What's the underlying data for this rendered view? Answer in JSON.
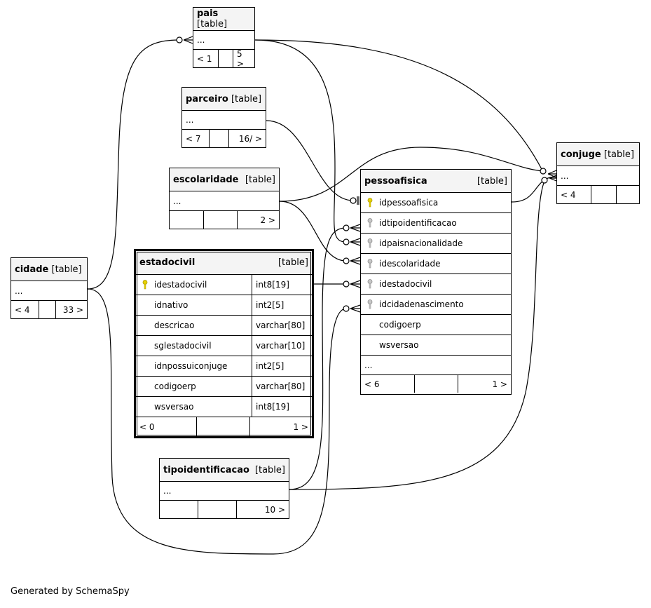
{
  "footer": "Generated by SchemaSpy",
  "table_tag": "[table]",
  "tables": {
    "pais": {
      "name": "pais",
      "ellipsis": "...",
      "footer": [
        "< 1",
        "",
        "5 >"
      ]
    },
    "parceiro": {
      "name": "parceiro",
      "ellipsis": "...",
      "footer": [
        "< 7",
        "",
        "16/ >"
      ]
    },
    "escolaridade": {
      "name": "escolaridade",
      "ellipsis": "...",
      "footer": [
        "",
        "",
        "2 >"
      ]
    },
    "cidade": {
      "name": "cidade",
      "ellipsis": "...",
      "footer": [
        "< 4",
        "",
        "33 >"
      ]
    },
    "tipoidentificacao": {
      "name": "tipoidentificacao",
      "ellipsis": "...",
      "footer": [
        "",
        "",
        "10 >"
      ]
    },
    "conjuge": {
      "name": "conjuge",
      "ellipsis": "...",
      "footer": [
        "< 4",
        "",
        ""
      ]
    },
    "estadocivil": {
      "name": "estadocivil",
      "columns": [
        {
          "name": "idestadocivil",
          "type": "int8[19]",
          "key": "primary"
        },
        {
          "name": "idnativo",
          "type": "int2[5]",
          "key": ""
        },
        {
          "name": "descricao",
          "type": "varchar[80]",
          "key": ""
        },
        {
          "name": "sglestadocivil",
          "type": "varchar[10]",
          "key": ""
        },
        {
          "name": "idnpossuiconjuge",
          "type": "int2[5]",
          "key": ""
        },
        {
          "name": "codigoerp",
          "type": "varchar[80]",
          "key": ""
        },
        {
          "name": "wsversao",
          "type": "int8[19]",
          "key": ""
        }
      ],
      "footer": [
        "< 0",
        "",
        "1 >"
      ]
    },
    "pessoafisica": {
      "name": "pessoafisica",
      "columns": [
        {
          "name": "idpessoafisica",
          "key": "primary"
        },
        {
          "name": "idtipoidentificacao",
          "key": "foreign"
        },
        {
          "name": "idpaisnacionalidade",
          "key": "foreign"
        },
        {
          "name": "idescolaridade",
          "key": "foreign"
        },
        {
          "name": "idestadocivil",
          "key": "foreign"
        },
        {
          "name": "idcidadenascimento",
          "key": "foreign"
        },
        {
          "name": "codigoerp",
          "key": ""
        },
        {
          "name": "wsversao",
          "key": ""
        }
      ],
      "ellipsis": "...",
      "footer": [
        "< 6",
        "",
        "1 >"
      ]
    }
  },
  "colors": {
    "primary_key": "#e8d300",
    "foreign_key": "#b0b0b0",
    "header_bg": "#f4f4f4"
  }
}
